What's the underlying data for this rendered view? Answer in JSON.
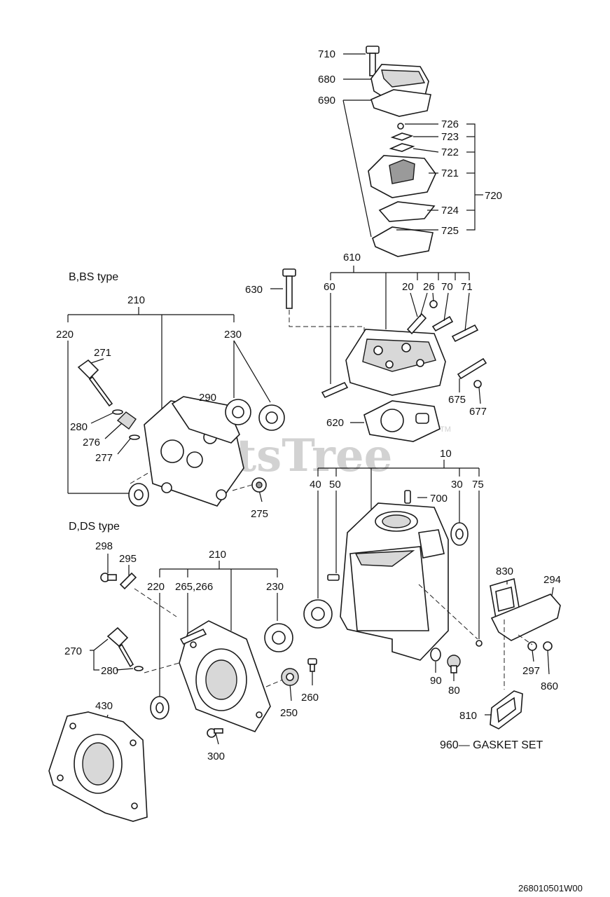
{
  "watermark": {
    "text": "PartsTree",
    "tm": "TM"
  },
  "sections": {
    "b_bs_type": "B,BS type",
    "d_ds_type": "D,DS  type"
  },
  "gasket_set": "960— GASKET SET",
  "reference_code": "268010501W00",
  "callouts": {
    "c710": "710",
    "c680": "680",
    "c690": "690",
    "c726": "726",
    "c723": "723",
    "c722": "722",
    "c721": "721",
    "c720": "720",
    "c724": "724",
    "c725": "725",
    "c610": "610",
    "c630": "630",
    "c60": "60",
    "c20": "20",
    "c26": "26",
    "c70": "70",
    "c71": "71",
    "c675": "675",
    "c677": "677",
    "c620": "620",
    "c210a": "210",
    "c220a": "220",
    "c230a": "230",
    "c271": "271",
    "c290": "290",
    "c280a": "280",
    "c276": "276",
    "c277": "277",
    "c275": "275",
    "c10": "10",
    "c40": "40",
    "c50": "50",
    "c30": "30",
    "c75": "75",
    "c700": "700",
    "c298": "298",
    "c295": "295",
    "c210b": "210",
    "c220b": "220",
    "c265": "265,266",
    "c230b": "230",
    "c270": "270",
    "c280b": "280",
    "c430": "430",
    "c250": "250",
    "c260": "260",
    "c300": "300",
    "c830": "830",
    "c294": "294",
    "c90": "90",
    "c80": "80",
    "c297": "297",
    "c860": "860",
    "c810": "810"
  }
}
